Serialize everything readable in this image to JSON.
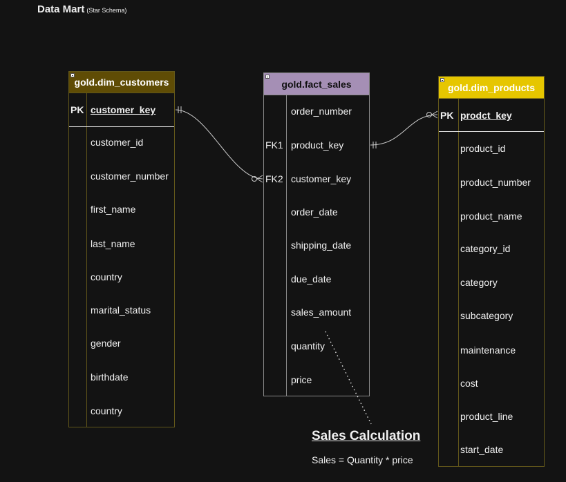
{
  "title": "Data Mart",
  "subtitle": "(Star Schema)",
  "dim_customers": {
    "name": "gold.dim_customers",
    "pk_label": "PK",
    "pk_field": "customer_key",
    "fields": [
      "customer_id",
      "customer_number",
      "first_name",
      "last_name",
      "country",
      "marital_status",
      "gender",
      "birthdate",
      "country"
    ]
  },
  "fact_sales": {
    "name": "gold.fact_sales",
    "rows": [
      {
        "key": "",
        "field": "order_number"
      },
      {
        "key": "FK1",
        "field": "product_key"
      },
      {
        "key": "FK2",
        "field": "customer_key"
      },
      {
        "key": "",
        "field": "order_date"
      },
      {
        "key": "",
        "field": "shipping_date"
      },
      {
        "key": "",
        "field": "due_date"
      },
      {
        "key": "",
        "field": "sales_amount"
      },
      {
        "key": "",
        "field": "quantity"
      },
      {
        "key": "",
        "field": "price"
      }
    ]
  },
  "dim_products": {
    "name": "gold.dim_products",
    "pk_label": "PK",
    "pk_field": "prodct_key",
    "fields": [
      "product_id",
      "product_number",
      "product_name",
      "category_id",
      "category",
      "subcategory",
      "maintenance",
      "cost",
      "product_line",
      "start_date"
    ]
  },
  "note": {
    "title": "Sales Calculation",
    "body": "Sales = Quantity *  price"
  },
  "colors": {
    "background": "#131313",
    "customers_header": "#5f4c05",
    "fact_header": "#a58fb5",
    "products_header": "#e6c600"
  }
}
